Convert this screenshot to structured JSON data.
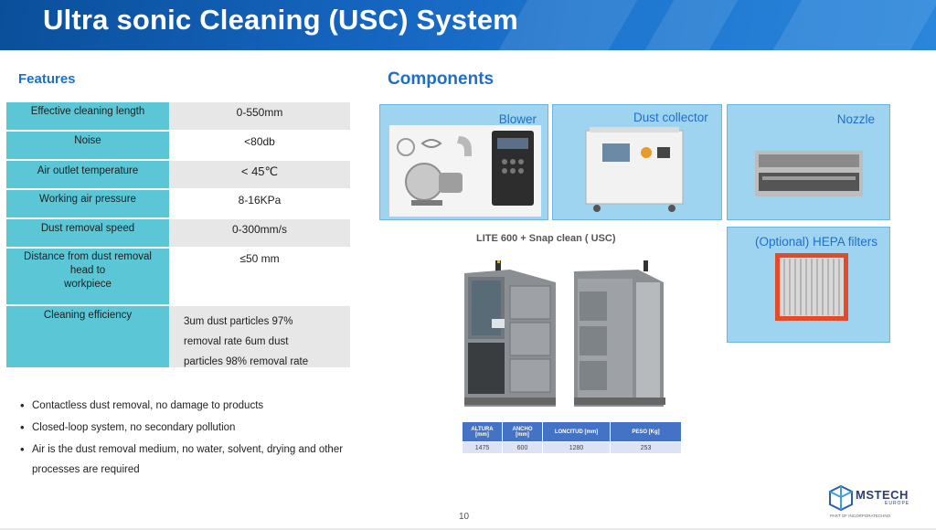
{
  "title": "Ultra sonic Cleaning (USC) System",
  "features": {
    "heading": "Features",
    "rows": [
      {
        "label": "Effective cleaning length",
        "value": "0-550mm"
      },
      {
        "label": "Noise",
        "value": "<80db"
      },
      {
        "label": "Air outlet temperature",
        "value": "< 45℃"
      },
      {
        "label": "Working air pressure",
        "value": "8-16KPa"
      },
      {
        "label": "Dust removal speed",
        "value": "0-300mm/s"
      },
      {
        "label_lines": [
          "Distance from dust removal",
          "head to",
          "workpiece"
        ],
        "value": "≤50 mm"
      },
      {
        "label": "Cleaning efficiency",
        "value_lines": [
          "3um dust particles 97%",
          "removal rate 6um dust",
          "particles 98% removal rate"
        ]
      }
    ]
  },
  "bullets": [
    "Contactless dust removal, no damage to products",
    "Closed-loop system, no secondary pollution",
    "Air is the dust removal medium, no water, solvent, drying and other processes are required"
  ],
  "components": {
    "heading": "Components",
    "blower": "Blower",
    "dust_collector": "Dust collector",
    "nozzle": "Nozzle",
    "hepa": "(Optional) HEPA filters"
  },
  "machine_title": "LITE 600 + Snap clean ( USC)",
  "spec_table": {
    "headers": [
      [
        "ALTURA",
        "[mm]"
      ],
      [
        "ANCHO",
        "[mm]"
      ],
      [
        "LONCITUD [mm]"
      ],
      [
        "PESO [Kg]"
      ]
    ],
    "values": [
      "1475",
      "600",
      "1280",
      "253"
    ]
  },
  "page_number": "10",
  "logo": {
    "brand": "MSTECH",
    "sub": "EUROPE",
    "tag": "PART OF INCORPORATECHNO"
  },
  "colors": {
    "banner": "#1565c0",
    "accent_text": "#1f6fc7",
    "feature_label_bg": "#5bc7d6",
    "panel_bg": "#9fd4f1",
    "spec_header": "#4472c4"
  }
}
